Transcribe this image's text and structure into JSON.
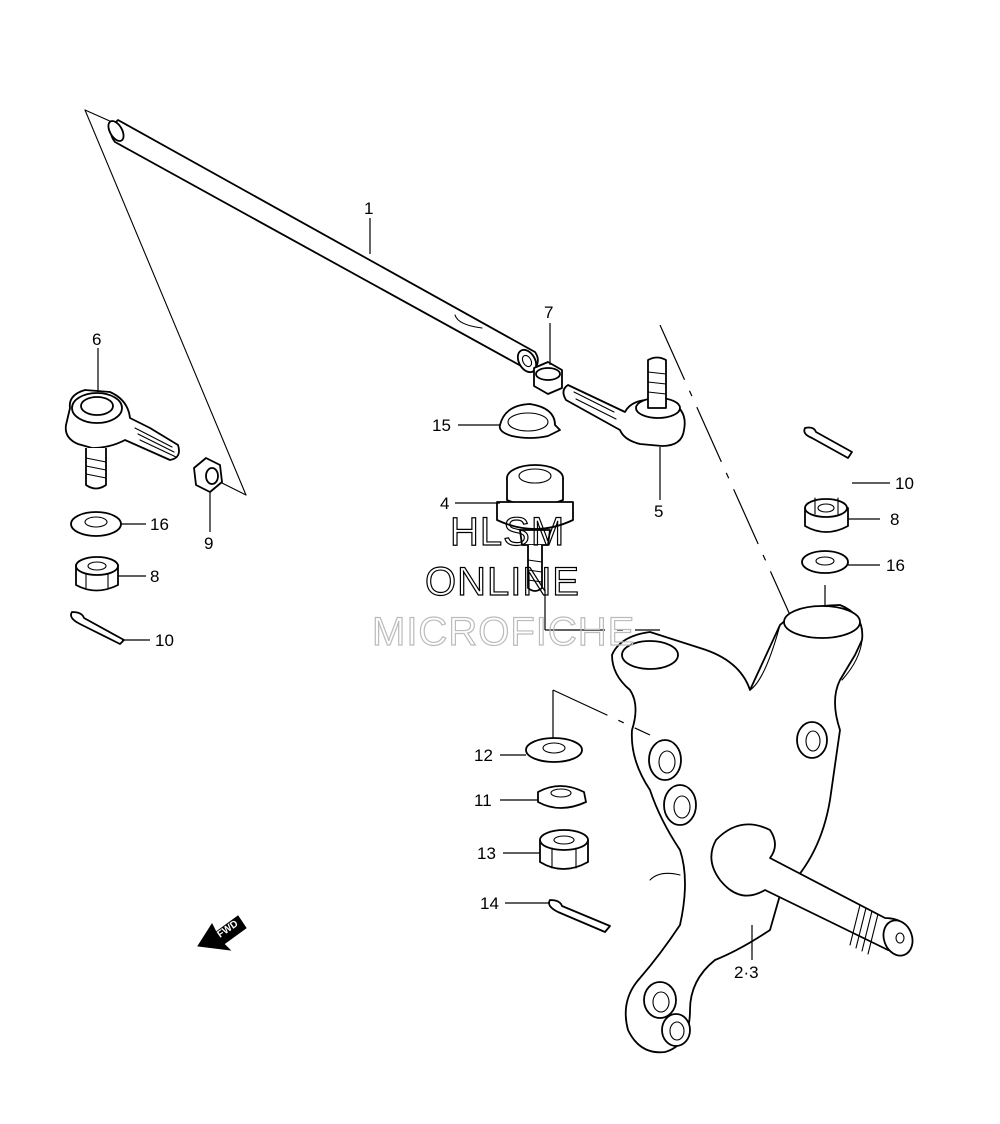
{
  "callouts": {
    "c1": "1",
    "c2_3": "2·3",
    "c4": "4",
    "c5": "5",
    "c6": "6",
    "c7": "7",
    "c8_left": "8",
    "c8_right": "8",
    "c9": "9",
    "c10_left": "10",
    "c10_right": "10",
    "c11": "11",
    "c12": "12",
    "c13": "13",
    "c14": "14",
    "c15": "15",
    "c16_left": "16",
    "c16_right": "16"
  },
  "watermark": {
    "line1": "HLSM",
    "line2": "ONLINE",
    "line3": "MICROFICHE"
  },
  "fwd_label": "FWD"
}
